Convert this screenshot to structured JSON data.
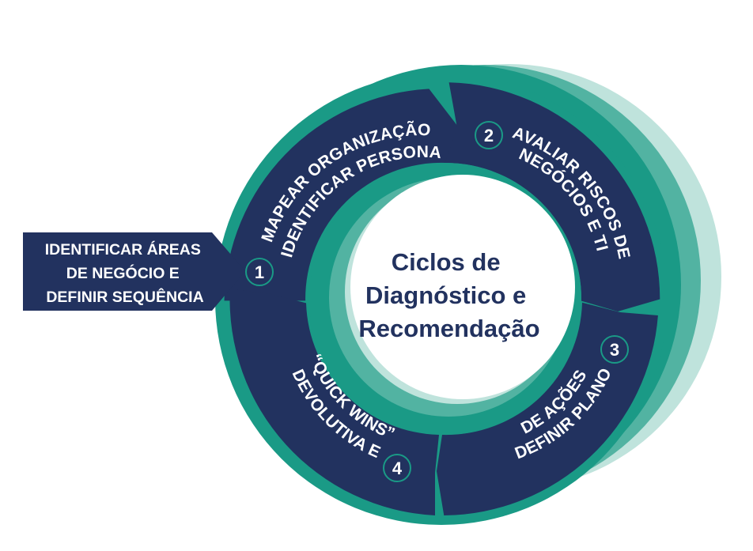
{
  "center": {
    "lines": [
      "Ciclos de",
      "Diagnóstico e",
      "Recomendação"
    ]
  },
  "start_callout": {
    "lines": [
      "IDENTIFICAR ÁREAS",
      "DE NEGÓCIO E",
      "DEFINIR SEQUÊNCIA"
    ]
  },
  "steps": [
    {
      "number": "1",
      "lines": [
        "MAPEAR ORGANIZAÇÃO",
        "E IDENTIFICAR PERSONAS"
      ]
    },
    {
      "number": "2",
      "lines": [
        "AVALIAR RISCOS DE",
        "NEGÓCIOS E TI"
      ]
    },
    {
      "number": "3",
      "lines": [
        "DEFINIR PLANO",
        "DE AÇÕES"
      ]
    },
    {
      "number": "4",
      "lines": [
        "DEVOLUTIVA E",
        "“QUICK WINS”"
      ]
    }
  ],
  "colors": {
    "navy": "#22325f",
    "teal": "#1a9a86",
    "teal_mid": "#52b3a2",
    "teal_light": "#bfe3dc",
    "white": "#ffffff"
  }
}
